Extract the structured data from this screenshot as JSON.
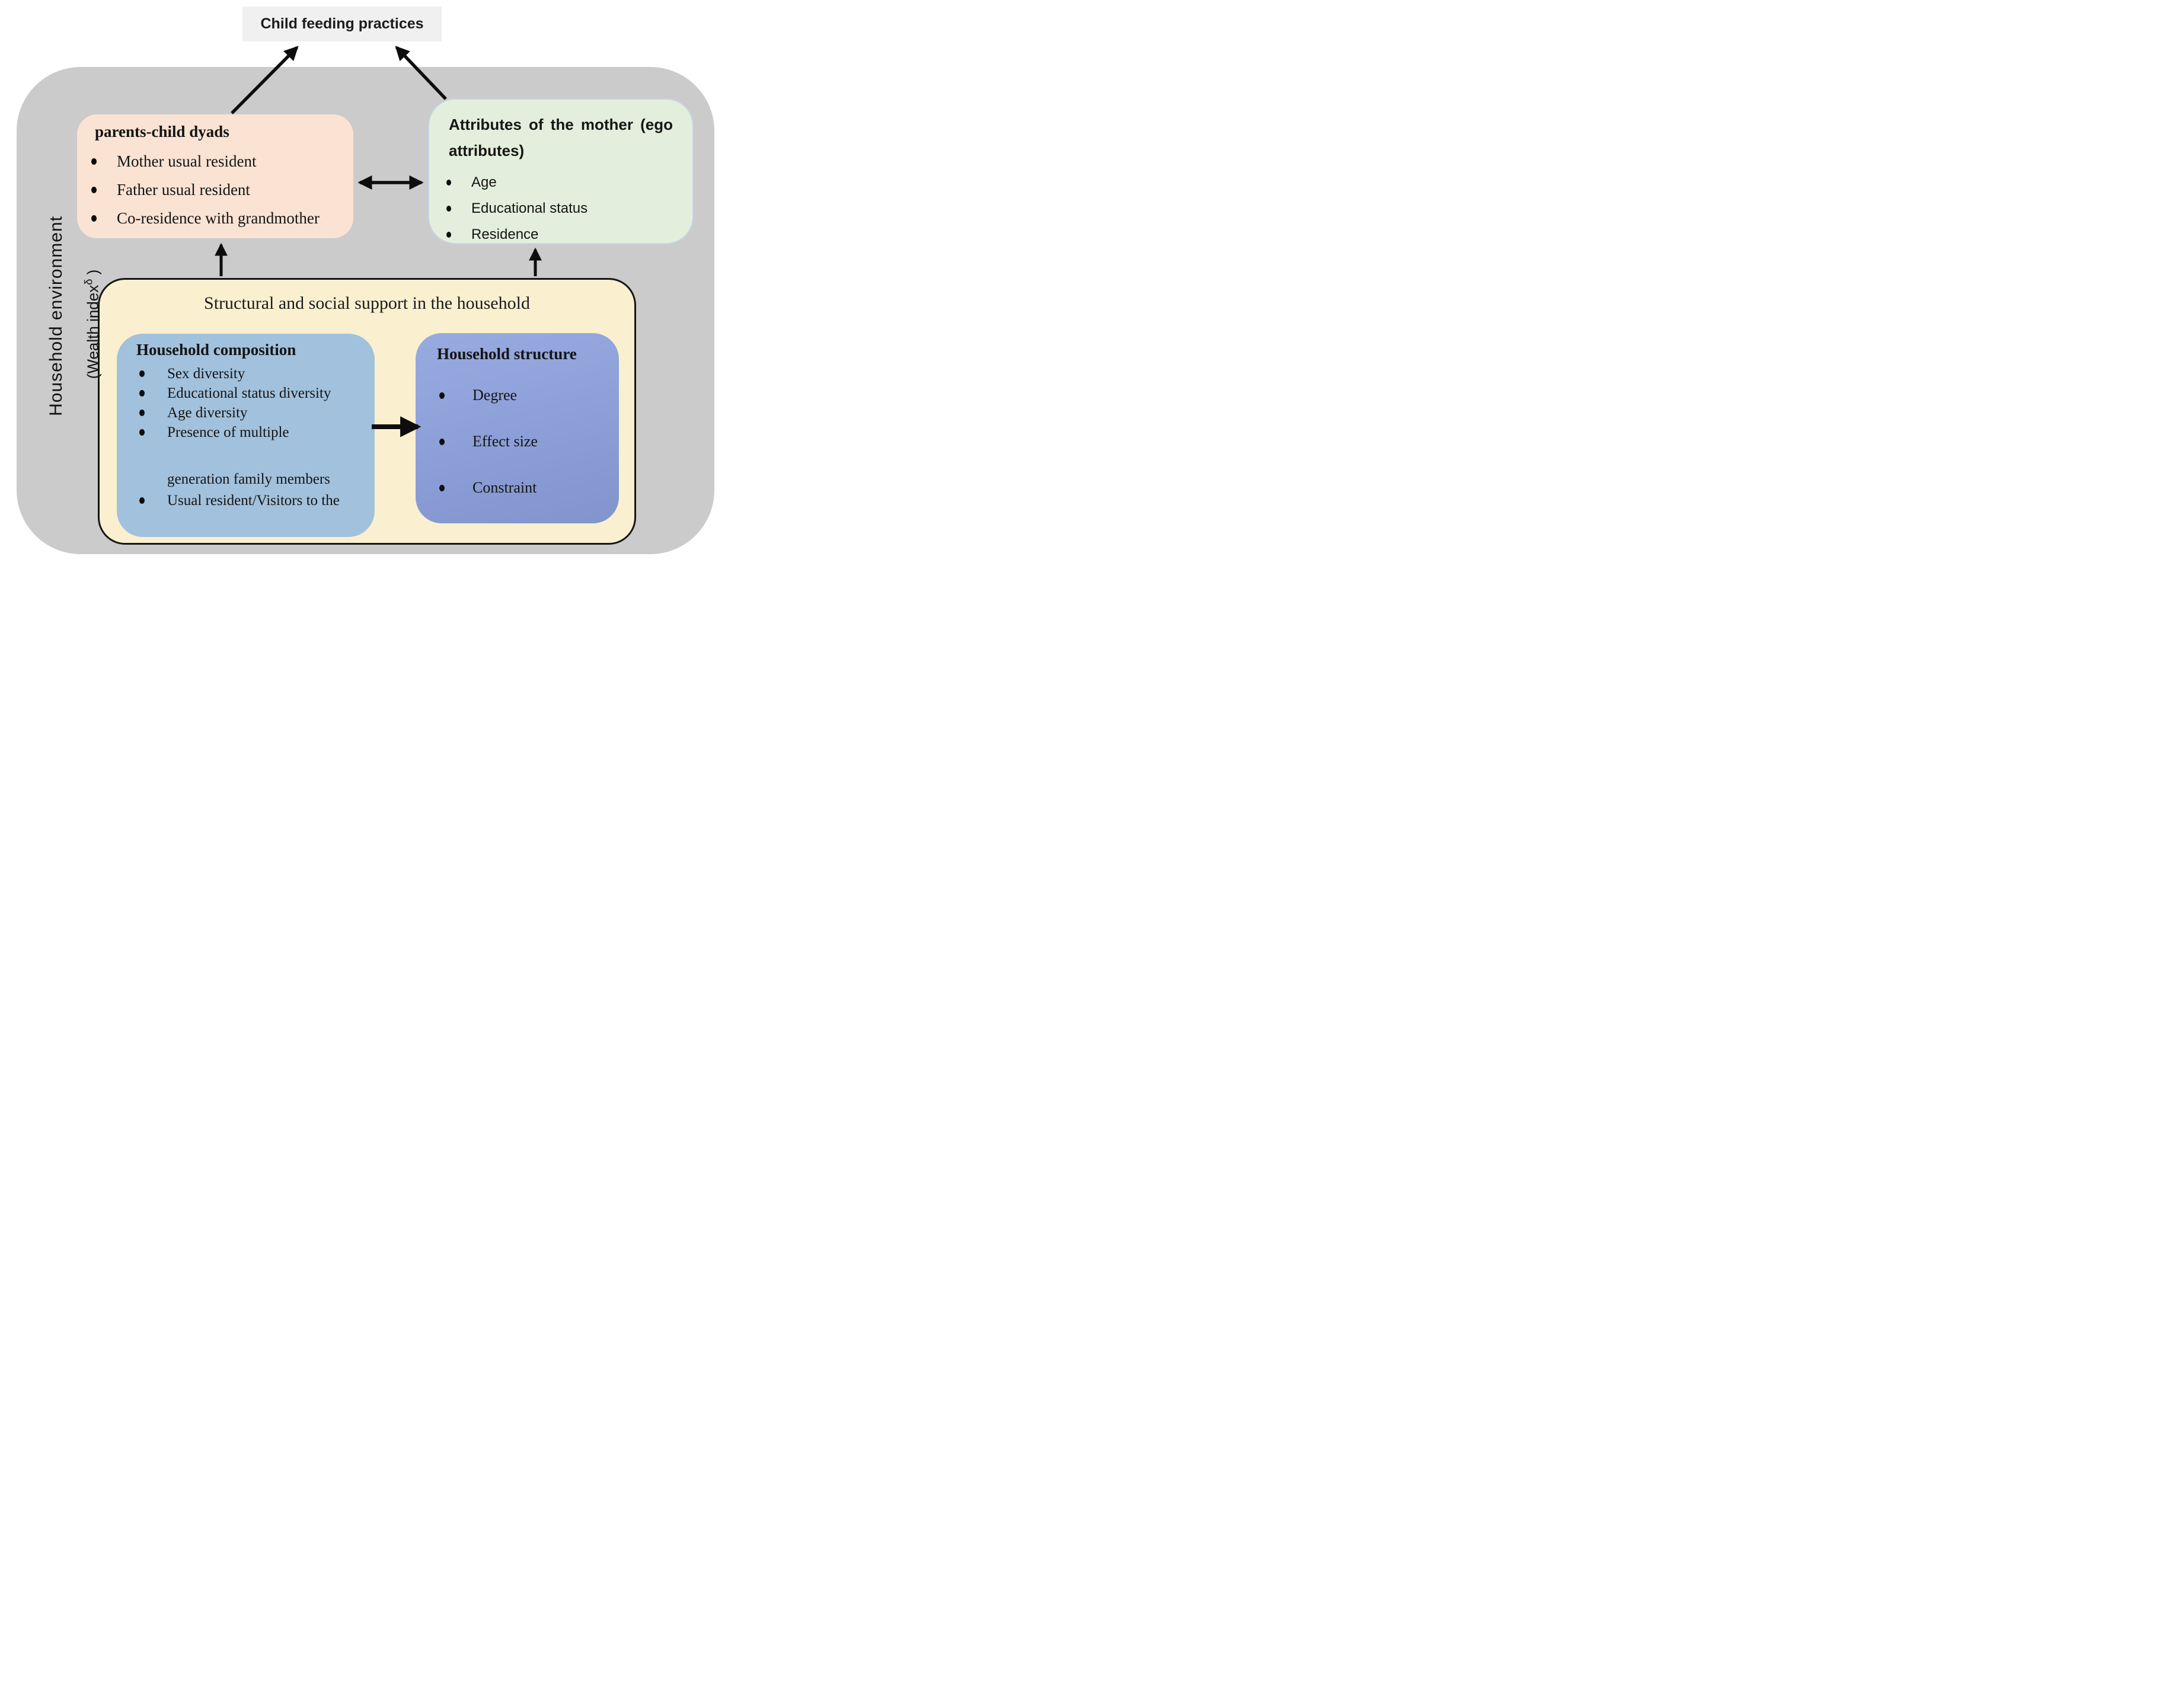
{
  "title_box": {
    "label": "Child feeding practices"
  },
  "side_labels": {
    "environment": "Household environment",
    "wealth_pre": "(Wealth index",
    "wealth_sup": "δ",
    "wealth_post": " )"
  },
  "parents_box": {
    "title": "parents-child dyads",
    "items": [
      "Mother usual resident",
      "Father usual resident",
      "Co-residence with grandmother"
    ]
  },
  "mother_box": {
    "title_line1": "Attributes of the mother (ego",
    "title_line2": "attributes)",
    "items": [
      "Age",
      "Educational status",
      "Residence"
    ]
  },
  "support_box": {
    "title": "Structural and social support in the household"
  },
  "composition_box": {
    "title": "Household composition",
    "lines": [
      {
        "t": "Sex diversity",
        "bullet": true
      },
      {
        "t": "Educational status diversity",
        "bullet": true
      },
      {
        "t": "Age diversity",
        "bullet": true
      },
      {
        "t": "Presence of multiple",
        "bullet": true
      },
      {
        "t": "generation family members",
        "bullet": false
      },
      {
        "t": "Usual resident/Visitors to the",
        "bullet": true
      }
    ]
  },
  "structure_box": {
    "title": "Household structure",
    "items": [
      "Degree",
      "Effect size",
      "Constraint"
    ]
  },
  "colors": {
    "outer_background": "#cbcbcb",
    "title_box_fill": "#f0f0f0",
    "parents_fill": "#fae3d3",
    "mother_fill": "#e3efdc",
    "support_fill": "#faf0d0",
    "composition_fill": "#a2c1dc",
    "structure_fill": "#8c9ed7",
    "arrow": "#0d0d0d"
  }
}
